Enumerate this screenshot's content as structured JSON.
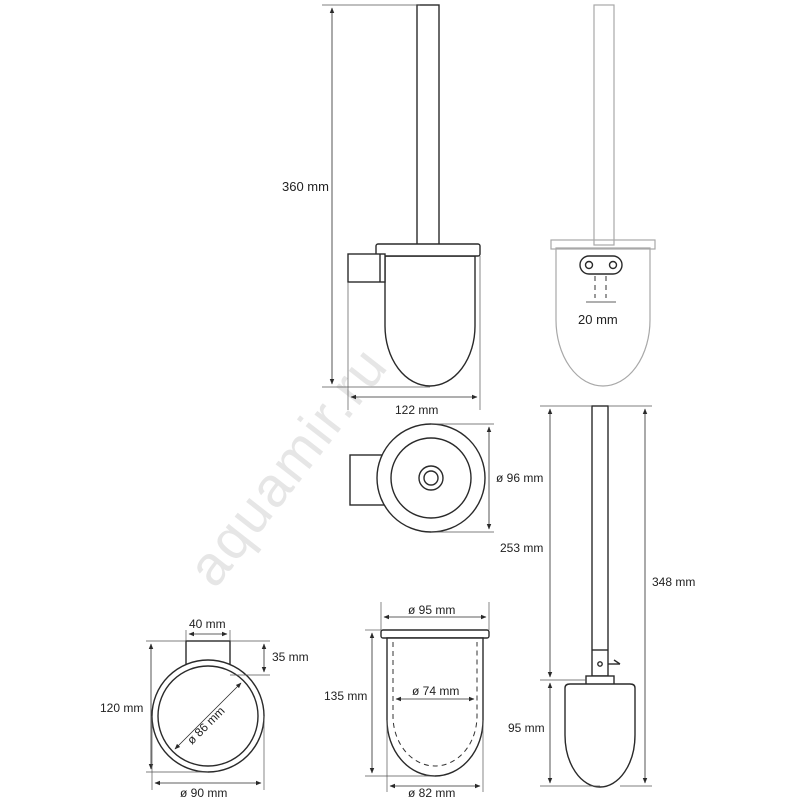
{
  "watermark": "aquamir.ru",
  "dimensions": {
    "brush_total_height": "360 mm",
    "mount_spacing": "20 mm",
    "holder_depth": "122 mm",
    "cup_diameter_top": "ø 96 mm",
    "brush_handle_length": "253 mm",
    "brush_total_length": "348 mm",
    "bracket_width": "40 mm",
    "bracket_height": "35 mm",
    "ring_total_height": "120 mm",
    "ring_inner_diameter": "ø 86 mm",
    "ring_outer_diameter": "ø 90 mm",
    "cup_rim_diameter": "ø 95 mm",
    "cup_height": "135 mm",
    "cup_inner_diameter": "ø 74 mm",
    "cup_bottom_diameter": "ø 82 mm",
    "brush_head_height": "95 mm"
  }
}
